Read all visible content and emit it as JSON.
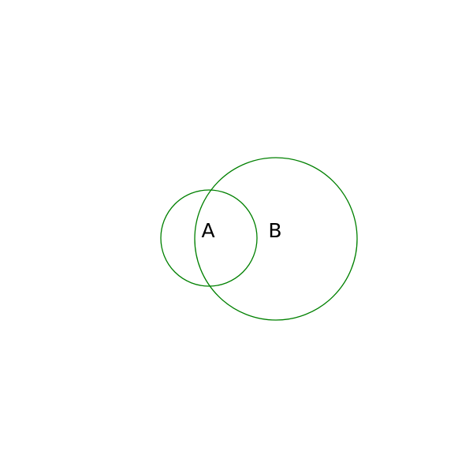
{
  "diagram": {
    "type": "venn",
    "circle_color": "#008000",
    "label_color": "#000000",
    "sets": [
      {
        "label": "A"
      },
      {
        "label": "B"
      }
    ]
  }
}
